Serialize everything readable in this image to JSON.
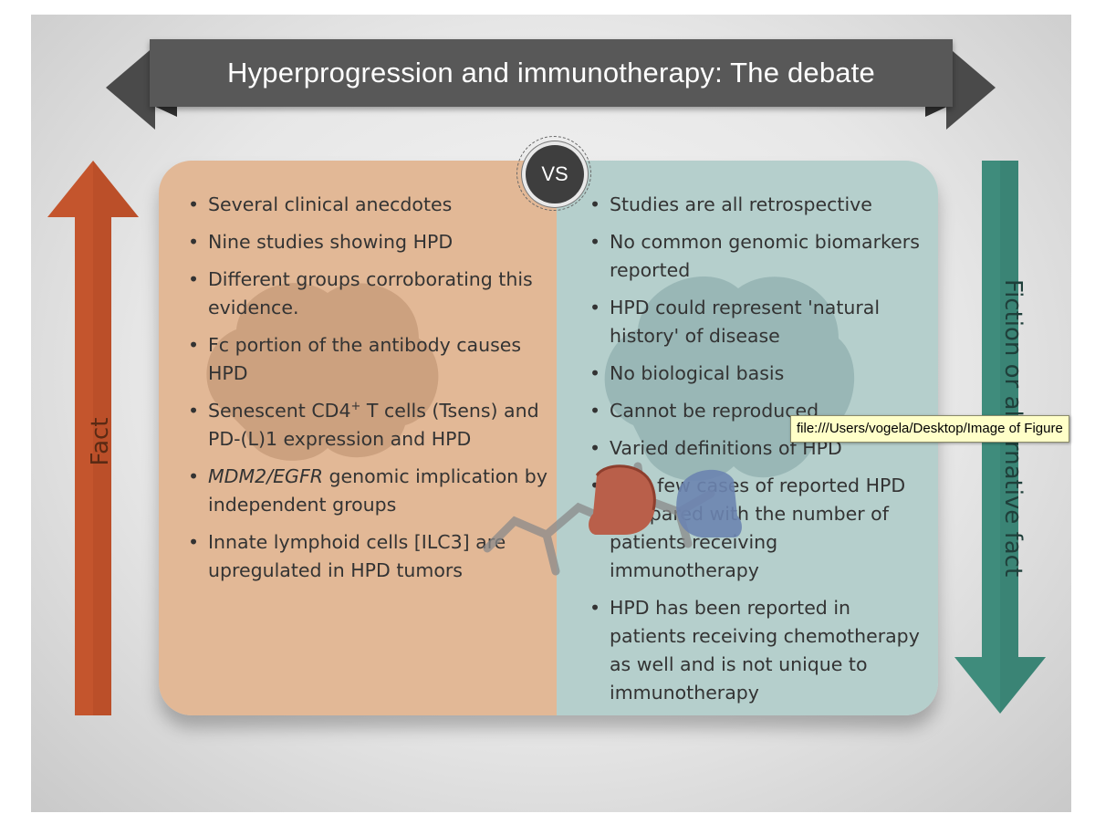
{
  "title": "Hyperprogression and immunotherapy: The debate",
  "vs_label": "VS",
  "left_arrow_label": "Fact",
  "right_arrow_label": "Fiction or alternative fact",
  "left_items": [
    "Several clinical anecdotes",
    "Nine studies showing HPD",
    "Different groups corroborating this evidence.",
    "Fc portion of the antibody causes HPD",
    {
      "pre": "Senescent CD4",
      "sup": "+",
      "post": " T cells (Tsens) and PD-(L)1 expression and HPD"
    },
    {
      "italic": "MDM2/EGFR",
      "post": " genomic implication by independent groups"
    },
    "Innate lymphoid cells [ILC3] are upregulated in HPD tumors"
  ],
  "right_items": [
    "Studies are all retrospective",
    "No common genomic biomarkers reported",
    "HPD could represent  'natural history'  of disease",
    "No biological basis",
    "Cannot be reproduced",
    "Varied definitions of HPD",
    "Very few cases of reported HPD compared with the number of patients receiving immunotherapy",
    "HPD has been reported in patients receiving chemotherapy as well and is not unique to immunotherapy"
  ],
  "tooltip_text": "file:///Users/vogela/Desktop/Image of Figure",
  "colors": {
    "left_panel": "#e2b896",
    "right_panel": "#b5cfcc",
    "fact_arrow": "#c4552d",
    "fiction_arrow": "#3f8c7c",
    "banner": "#585858"
  }
}
